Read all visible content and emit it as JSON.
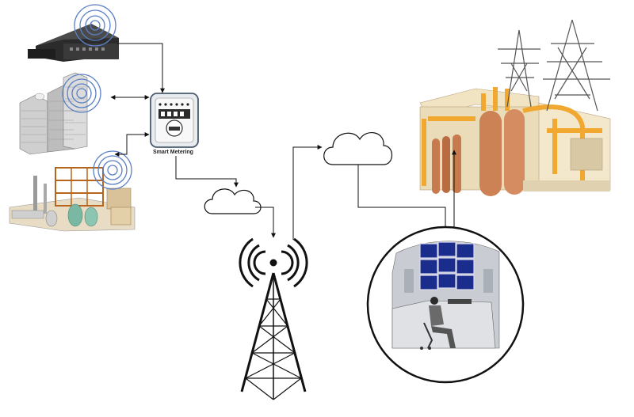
{
  "labels": {
    "smart_meter": "Smart Metering"
  },
  "nodes": [
    {
      "id": "factory-top",
      "kind": "industrial-building"
    },
    {
      "id": "office-towers",
      "kind": "commercial-buildings"
    },
    {
      "id": "refinery-plant",
      "kind": "industrial-plant"
    },
    {
      "id": "smart-meter",
      "kind": "meter"
    },
    {
      "id": "cloud-left",
      "kind": "network-cloud"
    },
    {
      "id": "cell-tower",
      "kind": "radio-tower"
    },
    {
      "id": "cloud-right",
      "kind": "network-cloud"
    },
    {
      "id": "power-plant",
      "kind": "power-station"
    },
    {
      "id": "control-room",
      "kind": "operator-console"
    }
  ],
  "colors": {
    "wifi": "#5b7fc4",
    "line": "#111111",
    "pipe": "#f0a830",
    "tank": "#c77a4e",
    "screen": "#1a2c8c",
    "building": "#d6d6d6"
  }
}
